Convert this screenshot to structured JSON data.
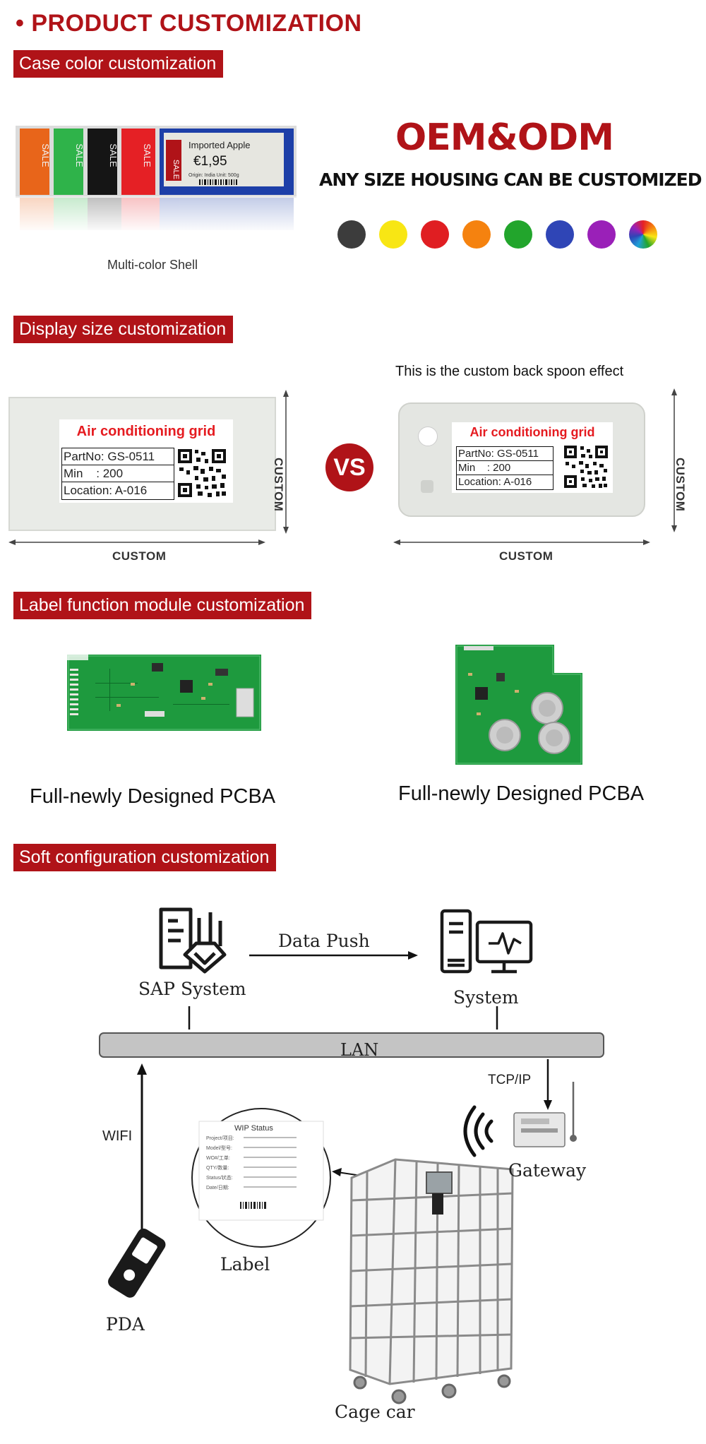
{
  "title": "• PRODUCT CUSTOMIZATION",
  "sections": {
    "case_color": "Case color customization",
    "display_size": "Display size customization",
    "label_function": "Label function module customization",
    "soft_config": "Soft configuration customization"
  },
  "case_color": {
    "shell_caption": "Multi-color Shell",
    "oem_heading": "OEM&ODM",
    "oem_subheading": "ANY SIZE HOUSING CAN BE CUSTOMIZED",
    "sale_text": "SALE",
    "product_name": "Imported Apple",
    "product_price": "€1,95",
    "product_origin": "Origin: India  Unit: 500g",
    "shell_colors": [
      "#e8651a",
      "#2fb34a",
      "#151515",
      "#e52025",
      "#1d3fa8"
    ],
    "color_swatches": [
      "#3c3c3c",
      "#f8e614",
      "#e01e22",
      "#f5820f",
      "#22a52c",
      "#2f45b6",
      "#9a20b8",
      "rainbow"
    ]
  },
  "display_size": {
    "spoon_caption": "This is the custom back spoon effect",
    "vs_label": "VS",
    "custom_label": "CUSTOM",
    "tag_title": "Air conditioning grid",
    "tag_rows": [
      "PartNo: GS-0511",
      "Min    : 200",
      "Location: A-016"
    ]
  },
  "label_function": {
    "pcba_caption_left": "Full-newly Designed PCBA",
    "pcba_caption_right": "Full-newly Designed PCBA"
  },
  "soft_config": {
    "sap_system": "SAP System",
    "data_push": "Data Push",
    "system": "System",
    "lan": "LAN",
    "tcp_ip": "TCP/IP",
    "gateway": "Gateway",
    "wifi": "WIFI",
    "label": "Label",
    "pda": "PDA",
    "cage_car": "Cage car",
    "wip_status": "WIP Status",
    "wip_fields": [
      "Project/项目:",
      "Model/型号:",
      "WO#/工单:",
      "QTY/数量:",
      "Status/状态:",
      "Date/日期:"
    ]
  }
}
